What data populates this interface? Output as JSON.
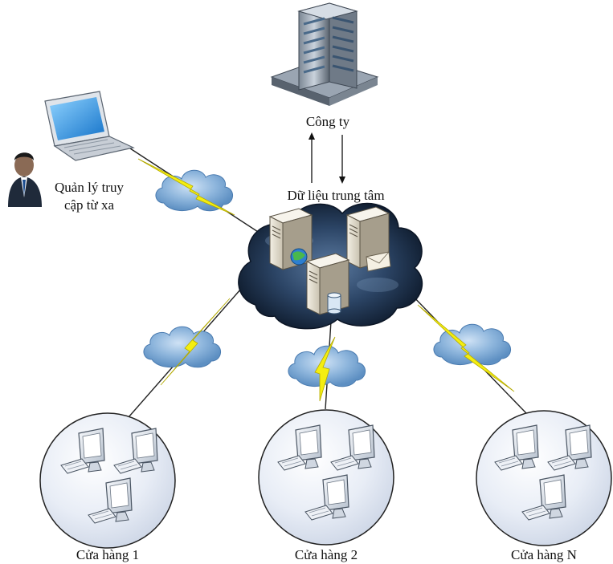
{
  "company": {
    "label": "Công ty",
    "icon": "office-building-icon"
  },
  "datacenter": {
    "label": "Dữ liệu trung tâm",
    "icon": "cloud-server-cluster-icon"
  },
  "remote": {
    "label_line1": "Quản lý truy",
    "label_line2": "cập từ xa",
    "icons": [
      "laptop-icon",
      "manager-person-icon"
    ]
  },
  "stores": [
    {
      "label": "Cửa hàng 1"
    },
    {
      "label": "Cửa hàng 2"
    },
    {
      "label": "Cửa hàng N"
    }
  ],
  "colors": {
    "store_fill": "#e3e9f3",
    "cloud_dark": "#1b2e48",
    "small_cloud": "#6f9fce",
    "bolt": "#f4ee10",
    "link_line": "#222222"
  }
}
